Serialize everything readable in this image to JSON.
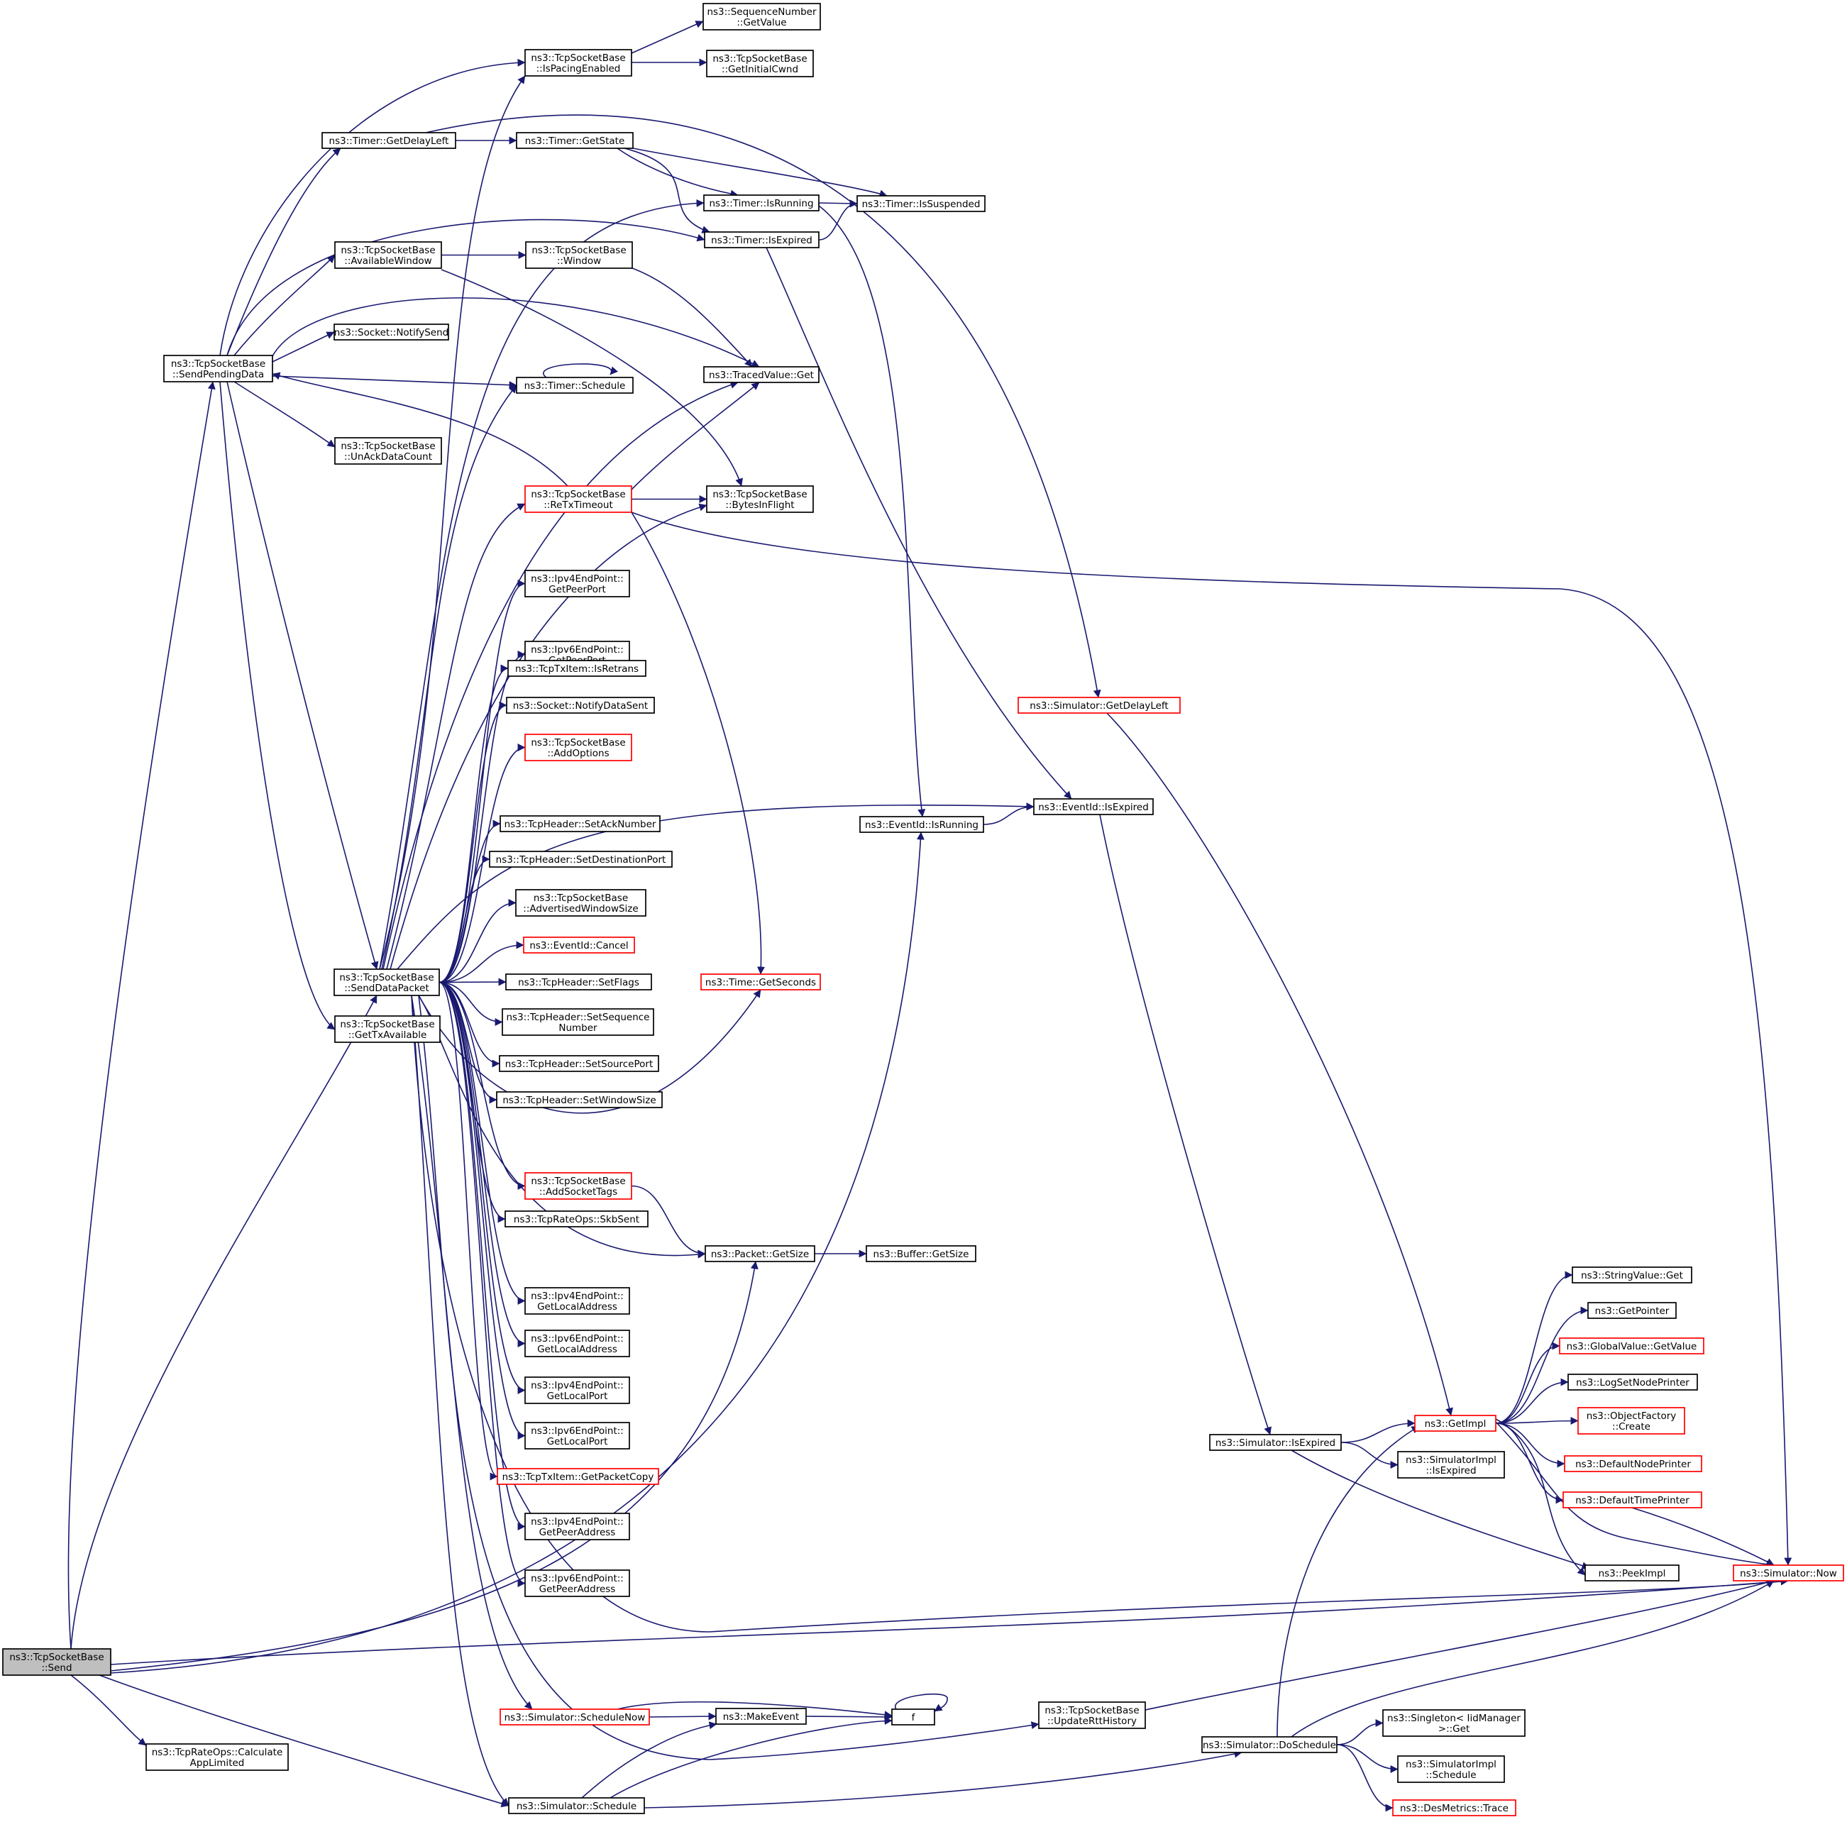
{
  "title": "",
  "colors": {
    "edge": "#191970",
    "default_border": "#000000",
    "missing_border": "#ff0000",
    "root_fill": "#bfbfbf"
  },
  "nodes": {
    "send": {
      "lines": [
        "ns3::TcpSocketBase",
        "::Send"
      ],
      "style": "root"
    },
    "sendPendingData": {
      "lines": [
        "ns3::TcpSocketBase",
        "::SendPendingData"
      ],
      "style": "normal"
    },
    "sendDataPacket": {
      "lines": [
        "ns3::TcpSocketBase",
        "::SendDataPacket"
      ],
      "style": "normal"
    },
    "getTxAvailable": {
      "lines": [
        "ns3::TcpSocketBase",
        "::GetTxAvailable"
      ],
      "style": "normal"
    },
    "calcAppLimited": {
      "lines": [
        "ns3::TcpRateOps::Calculate",
        "AppLimited"
      ],
      "style": "normal"
    },
    "timerGetDelayLeft": {
      "lines": [
        "ns3::Timer::GetDelayLeft"
      ],
      "style": "normal"
    },
    "availableWindow": {
      "lines": [
        "ns3::TcpSocketBase",
        "::AvailableWindow"
      ],
      "style": "normal"
    },
    "notifySend": {
      "lines": [
        "ns3::Socket::NotifySend"
      ],
      "style": "normal"
    },
    "unAckDataCount": {
      "lines": [
        "ns3::TcpSocketBase",
        "::UnAckDataCount"
      ],
      "style": "normal"
    },
    "isPacingEnabled": {
      "lines": [
        "ns3::TcpSocketBase",
        "::IsPacingEnabled"
      ],
      "style": "normal"
    },
    "timerGetState": {
      "lines": [
        "ns3::Timer::GetState"
      ],
      "style": "normal"
    },
    "window": {
      "lines": [
        "ns3::TcpSocketBase",
        "::Window"
      ],
      "style": "normal"
    },
    "timerSchedule": {
      "lines": [
        "ns3::Timer::Schedule"
      ],
      "style": "normal"
    },
    "reTxTimeout": {
      "lines": [
        "ns3::TcpSocketBase",
        "::ReTxTimeout"
      ],
      "style": "red"
    },
    "ipv4GetPeerPort": {
      "lines": [
        "ns3::Ipv4EndPoint::",
        "GetPeerPort"
      ],
      "style": "normal"
    },
    "ipv6GetPeerPort": {
      "lines": [
        "ns3::Ipv6EndPoint::",
        "GetPeerPort"
      ],
      "style": "normal"
    },
    "isRetrans": {
      "lines": [
        "ns3::TcpTxItem::IsRetrans"
      ],
      "style": "normal"
    },
    "notifyDataSent": {
      "lines": [
        "ns3::Socket::NotifyDataSent"
      ],
      "style": "normal"
    },
    "addOptions": {
      "lines": [
        "ns3::TcpSocketBase",
        "::AddOptions"
      ],
      "style": "red"
    },
    "setAckNumber": {
      "lines": [
        "ns3::TcpHeader::SetAckNumber"
      ],
      "style": "normal"
    },
    "setDestinationPort": {
      "lines": [
        "ns3::TcpHeader::SetDestinationPort"
      ],
      "style": "normal"
    },
    "advertisedWindowSize": {
      "lines": [
        "ns3::TcpSocketBase",
        "::AdvertisedWindowSize"
      ],
      "style": "normal"
    },
    "eventIdCancel": {
      "lines": [
        "ns3::EventId::Cancel"
      ],
      "style": "red"
    },
    "setFlags": {
      "lines": [
        "ns3::TcpHeader::SetFlags"
      ],
      "style": "normal"
    },
    "setSequenceNumber": {
      "lines": [
        "ns3::TcpHeader::SetSequence",
        "Number"
      ],
      "style": "normal"
    },
    "setSourcePort": {
      "lines": [
        "ns3::TcpHeader::SetSourcePort"
      ],
      "style": "normal"
    },
    "setWindowSize": {
      "lines": [
        "ns3::TcpHeader::SetWindowSize"
      ],
      "style": "normal"
    },
    "addSocketTags": {
      "lines": [
        "ns3::TcpSocketBase",
        "::AddSocketTags"
      ],
      "style": "red"
    },
    "skbSent": {
      "lines": [
        "ns3::TcpRateOps::SkbSent"
      ],
      "style": "normal"
    },
    "ipv4GetLocalAddress": {
      "lines": [
        "ns3::Ipv4EndPoint::",
        "GetLocalAddress"
      ],
      "style": "normal"
    },
    "ipv6GetLocalAddress": {
      "lines": [
        "ns3::Ipv6EndPoint::",
        "GetLocalAddress"
      ],
      "style": "normal"
    },
    "ipv4GetLocalPort": {
      "lines": [
        "ns3::Ipv4EndPoint::",
        "GetLocalPort"
      ],
      "style": "normal"
    },
    "ipv6GetLocalPort": {
      "lines": [
        "ns3::Ipv6EndPoint::",
        "GetLocalPort"
      ],
      "style": "normal"
    },
    "getPacketCopy": {
      "lines": [
        "ns3::TcpTxItem::GetPacketCopy"
      ],
      "style": "red"
    },
    "ipv4GetPeerAddress": {
      "lines": [
        "ns3::Ipv4EndPoint::",
        "GetPeerAddress"
      ],
      "style": "normal"
    },
    "ipv6GetPeerAddress": {
      "lines": [
        "ns3::Ipv6EndPoint::",
        "GetPeerAddress"
      ],
      "style": "normal"
    },
    "scheduleNow": {
      "lines": [
        "ns3::Simulator::ScheduleNow"
      ],
      "style": "red"
    },
    "simSchedule": {
      "lines": [
        "ns3::Simulator::Schedule"
      ],
      "style": "normal"
    },
    "seqGetValue": {
      "lines": [
        "ns3::SequenceNumber",
        "::GetValue"
      ],
      "style": "normal"
    },
    "getInitialCwnd": {
      "lines": [
        "ns3::TcpSocketBase",
        "::GetInitialCwnd"
      ],
      "style": "normal"
    },
    "timerIsRunning": {
      "lines": [
        "ns3::Timer::IsRunning"
      ],
      "style": "normal"
    },
    "timerIsExpired": {
      "lines": [
        "ns3::Timer::IsExpired"
      ],
      "style": "normal"
    },
    "tracedValueGet": {
      "lines": [
        "ns3::TracedValue::Get"
      ],
      "style": "normal"
    },
    "bytesInFlight": {
      "lines": [
        "ns3::TcpSocketBase",
        "::BytesInFlight"
      ],
      "style": "normal"
    },
    "timeGetSeconds": {
      "lines": [
        "ns3::Time::GetSeconds"
      ],
      "style": "red"
    },
    "packetGetSize": {
      "lines": [
        "ns3::Packet::GetSize"
      ],
      "style": "normal"
    },
    "makeEvent": {
      "lines": [
        "ns3::MakeEvent"
      ],
      "style": "normal"
    },
    "timerIsSuspended": {
      "lines": [
        "ns3::Timer::IsSuspended"
      ],
      "style": "normal"
    },
    "eventIdIsRunning": {
      "lines": [
        "ns3::EventId::IsRunning"
      ],
      "style": "normal"
    },
    "bufferGetSize": {
      "lines": [
        "ns3::Buffer::GetSize"
      ],
      "style": "normal"
    },
    "f": {
      "lines": [
        "f"
      ],
      "style": "normal"
    },
    "updateRttHistory": {
      "lines": [
        "ns3::TcpSocketBase",
        "::UpdateRttHistory"
      ],
      "style": "normal"
    },
    "simGetDelayLeft": {
      "lines": [
        "ns3::Simulator::GetDelayLeft"
      ],
      "style": "red"
    },
    "eventIdIsExpired": {
      "lines": [
        "ns3::EventId::IsExpired"
      ],
      "style": "normal"
    },
    "simIsExpired": {
      "lines": [
        "ns3::Simulator::IsExpired"
      ],
      "style": "normal"
    },
    "simDoSchedule": {
      "lines": [
        "ns3::Simulator::DoSchedule"
      ],
      "style": "normal"
    },
    "getImpl": {
      "lines": [
        "ns3::GetImpl"
      ],
      "style": "red"
    },
    "simImplIsExpired": {
      "lines": [
        "ns3::SimulatorImpl",
        "::IsExpired"
      ],
      "style": "normal"
    },
    "singletonGet": {
      "lines": [
        "ns3::Singleton< IidManager",
        " >::Get"
      ],
      "style": "normal"
    },
    "simImplSchedule": {
      "lines": [
        "ns3::SimulatorImpl",
        "::Schedule"
      ],
      "style": "normal"
    },
    "desMetricsTrace": {
      "lines": [
        "ns3::DesMetrics::Trace"
      ],
      "style": "red"
    },
    "stringValueGet": {
      "lines": [
        "ns3::StringValue::Get"
      ],
      "style": "normal"
    },
    "getPointer": {
      "lines": [
        "ns3::GetPointer"
      ],
      "style": "normal"
    },
    "globalValueGetValue": {
      "lines": [
        "ns3::GlobalValue::GetValue"
      ],
      "style": "red"
    },
    "logSetNodePrinter": {
      "lines": [
        "ns3::LogSetNodePrinter"
      ],
      "style": "normal"
    },
    "objectFactoryCreate": {
      "lines": [
        "ns3::ObjectFactory",
        "::Create"
      ],
      "style": "red"
    },
    "defaultNodePrinter": {
      "lines": [
        "ns3::DefaultNodePrinter"
      ],
      "style": "red"
    },
    "defaultTimePrinter": {
      "lines": [
        "ns3::DefaultTimePrinter"
      ],
      "style": "red"
    },
    "peekImpl": {
      "lines": [
        "ns3::PeekImpl"
      ],
      "style": "normal"
    },
    "simNow": {
      "lines": [
        "ns3::Simulator::Now"
      ],
      "style": "red"
    }
  },
  "edges": [
    [
      "send",
      "sendPendingData"
    ],
    [
      "send",
      "sendDataPacket"
    ],
    [
      "send",
      "calcAppLimited"
    ],
    [
      "send",
      "simSchedule"
    ],
    [
      "send",
      "packetGetSize"
    ],
    [
      "send",
      "eventIdIsRunning"
    ],
    [
      "send",
      "simNow"
    ],
    [
      "sendPendingData",
      "timerGetDelayLeft"
    ],
    [
      "sendPendingData",
      "isPacingEnabled"
    ],
    [
      "sendPendingData",
      "availableWindow"
    ],
    [
      "sendPendingData",
      "notifySend"
    ],
    [
      "sendPendingData",
      "timerSchedule"
    ],
    [
      "sendPendingData",
      "unAckDataCount"
    ],
    [
      "sendPendingData",
      "sendDataPacket"
    ],
    [
      "sendPendingData",
      "getTxAvailable"
    ],
    [
      "sendPendingData",
      "timerIsExpired"
    ],
    [
      "sendPendingData",
      "tracedValueGet"
    ],
    [
      "timerGetDelayLeft",
      "timerGetState"
    ],
    [
      "timerGetDelayLeft",
      "simGetDelayLeft"
    ],
    [
      "timerGetState",
      "timerIsRunning"
    ],
    [
      "timerGetState",
      "timerIsExpired"
    ],
    [
      "timerGetState",
      "timerIsSuspended"
    ],
    [
      "timerIsRunning",
      "timerIsSuspended"
    ],
    [
      "timerIsRunning",
      "eventIdIsRunning"
    ],
    [
      "timerIsExpired",
      "timerIsSuspended"
    ],
    [
      "timerIsExpired",
      "eventIdIsExpired"
    ],
    [
      "isPacingEnabled",
      "seqGetValue"
    ],
    [
      "isPacingEnabled",
      "getInitialCwnd"
    ],
    [
      "availableWindow",
      "window"
    ],
    [
      "availableWindow",
      "bytesInFlight"
    ],
    [
      "window",
      "tracedValueGet"
    ],
    [
      "timerSchedule",
      "timerSchedule"
    ],
    [
      "reTxTimeout",
      "sendPendingData"
    ],
    [
      "reTxTimeout",
      "tracedValueGet"
    ],
    [
      "reTxTimeout",
      "bytesInFlight"
    ],
    [
      "reTxTimeout",
      "timeGetSeconds"
    ],
    [
      "reTxTimeout",
      "simNow"
    ],
    [
      "sendDataPacket",
      "isPacingEnabled"
    ],
    [
      "sendDataPacket",
      "timerIsRunning"
    ],
    [
      "sendDataPacket",
      "timerSchedule"
    ],
    [
      "sendDataPacket",
      "tracedValueGet"
    ],
    [
      "sendDataPacket",
      "reTxTimeout"
    ],
    [
      "sendDataPacket",
      "bytesInFlight"
    ],
    [
      "sendDataPacket",
      "ipv4GetPeerPort"
    ],
    [
      "sendDataPacket",
      "ipv6GetPeerPort"
    ],
    [
      "sendDataPacket",
      "isRetrans"
    ],
    [
      "sendDataPacket",
      "notifyDataSent"
    ],
    [
      "sendDataPacket",
      "addOptions"
    ],
    [
      "sendDataPacket",
      "eventIdIsExpired"
    ],
    [
      "sendDataPacket",
      "setAckNumber"
    ],
    [
      "sendDataPacket",
      "setDestinationPort"
    ],
    [
      "sendDataPacket",
      "advertisedWindowSize"
    ],
    [
      "sendDataPacket",
      "eventIdCancel"
    ],
    [
      "sendDataPacket",
      "setFlags"
    ],
    [
      "sendDataPacket",
      "setSequenceNumber"
    ],
    [
      "sendDataPacket",
      "setSourcePort"
    ],
    [
      "sendDataPacket",
      "setWindowSize"
    ],
    [
      "sendDataPacket",
      "timeGetSeconds"
    ],
    [
      "sendDataPacket",
      "addSocketTags"
    ],
    [
      "sendDataPacket",
      "skbSent"
    ],
    [
      "sendDataPacket",
      "packetGetSize"
    ],
    [
      "sendDataPacket",
      "ipv4GetLocalAddress"
    ],
    [
      "sendDataPacket",
      "ipv6GetLocalAddress"
    ],
    [
      "sendDataPacket",
      "ipv4GetLocalPort"
    ],
    [
      "sendDataPacket",
      "ipv6GetLocalPort"
    ],
    [
      "sendDataPacket",
      "getPacketCopy"
    ],
    [
      "sendDataPacket",
      "ipv4GetPeerAddress"
    ],
    [
      "sendDataPacket",
      "ipv6GetPeerAddress"
    ],
    [
      "sendDataPacket",
      "simNow"
    ],
    [
      "sendDataPacket",
      "scheduleNow"
    ],
    [
      "sendDataPacket",
      "updateRttHistory"
    ],
    [
      "sendDataPacket",
      "simSchedule"
    ],
    [
      "addSocketTags",
      "packetGetSize"
    ],
    [
      "packetGetSize",
      "bufferGetSize"
    ],
    [
      "scheduleNow",
      "makeEvent"
    ],
    [
      "scheduleNow",
      "f"
    ],
    [
      "makeEvent",
      "f"
    ],
    [
      "f",
      "f"
    ],
    [
      "simSchedule",
      "makeEvent"
    ],
    [
      "simSchedule",
      "f"
    ],
    [
      "simSchedule",
      "simDoSchedule"
    ],
    [
      "eventIdIsRunning",
      "eventIdIsExpired"
    ],
    [
      "eventIdIsExpired",
      "simIsExpired"
    ],
    [
      "simGetDelayLeft",
      "getImpl"
    ],
    [
      "updateRttHistory",
      "simNow"
    ],
    [
      "simIsExpired",
      "getImpl"
    ],
    [
      "simIsExpired",
      "simImplIsExpired"
    ],
    [
      "simIsExpired",
      "peekImpl"
    ],
    [
      "simDoSchedule",
      "getImpl"
    ],
    [
      "simDoSchedule",
      "singletonGet"
    ],
    [
      "simDoSchedule",
      "simImplSchedule"
    ],
    [
      "simDoSchedule",
      "desMetricsTrace"
    ],
    [
      "simDoSchedule",
      "simNow"
    ],
    [
      "getImpl",
      "stringValueGet"
    ],
    [
      "getImpl",
      "getPointer"
    ],
    [
      "getImpl",
      "globalValueGetValue"
    ],
    [
      "getImpl",
      "logSetNodePrinter"
    ],
    [
      "getImpl",
      "objectFactoryCreate"
    ],
    [
      "getImpl",
      "defaultNodePrinter"
    ],
    [
      "getImpl",
      "defaultTimePrinter"
    ],
    [
      "getImpl",
      "peekImpl"
    ],
    [
      "getImpl",
      "simNow"
    ],
    [
      "defaultTimePrinter",
      "simNow"
    ]
  ]
}
